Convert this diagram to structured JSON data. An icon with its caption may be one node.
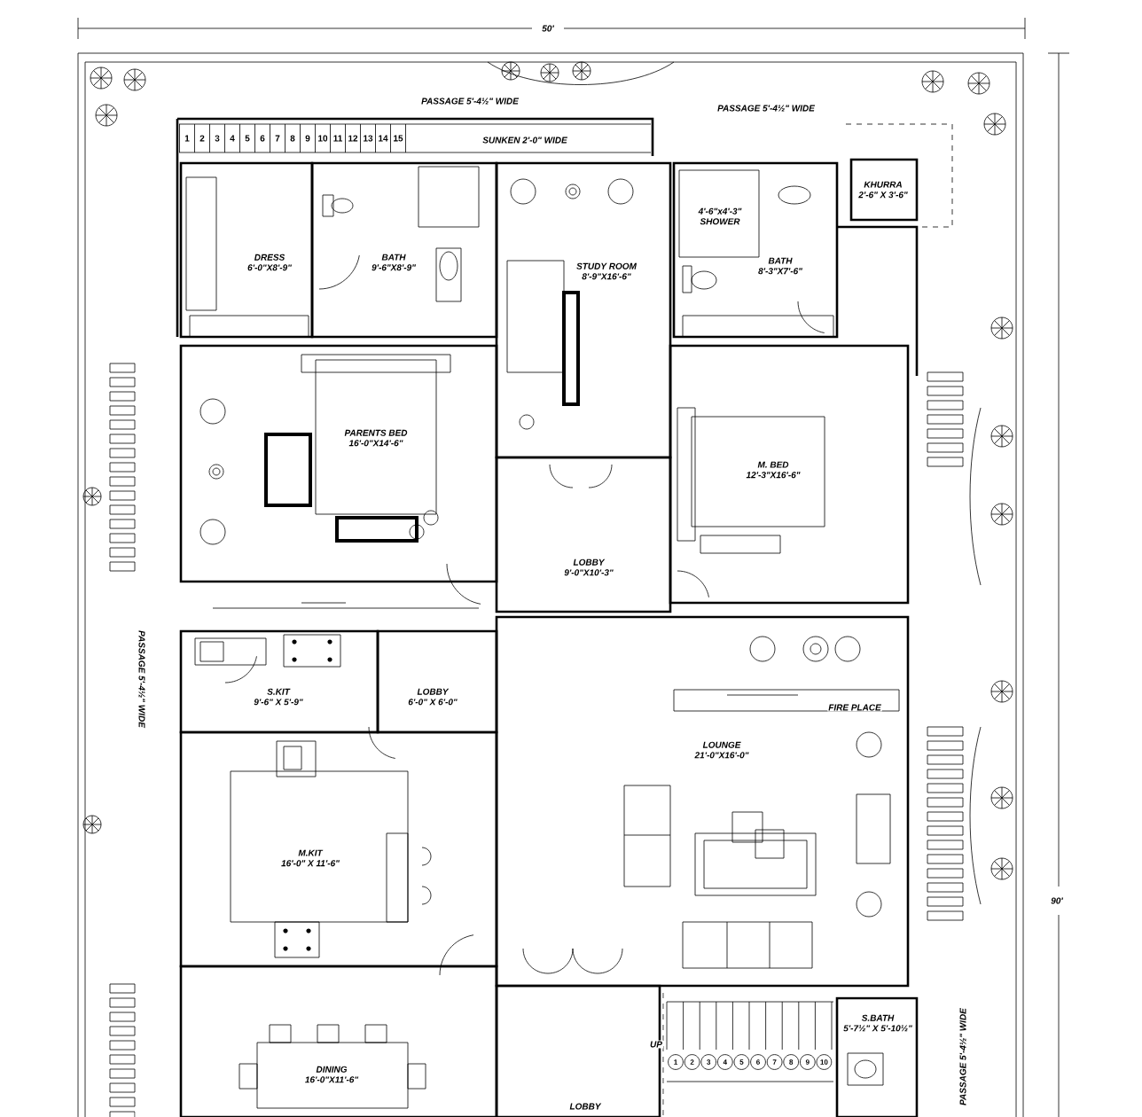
{
  "diagram": {
    "nodes": [
      {
        "text": [
          "DRESS",
          "6'-0\"X8'-9\""
        ]
      },
      {
        "text": [
          "BATH",
          "9'-6\"X8'-9\""
        ]
      },
      {
        "text": [
          "STUDY ROOM",
          "8'-9\"X16'-6\""
        ]
      },
      {
        "text": [
          "BATH",
          "8'-3\"X7'-6\""
        ]
      },
      {
        "text": [
          "4'-6\"x4'-3\"",
          "SHOWER"
        ],
        "in": 3
      },
      {
        "text": [
          "KHURRA",
          "2'-6\" X 3'-6\""
        ]
      },
      {
        "text": [
          "PARENTS BED",
          "16'-0\"X14'-6\""
        ]
      },
      {
        "text": [
          "LOBBY",
          "9'-0\"X10'-3\""
        ]
      },
      {
        "text": [
          "M. BED",
          "12'-3\"X16'-6\""
        ]
      },
      {
        "text": [
          "S.KIT",
          "9'-6\" X 5'-9\""
        ]
      },
      {
        "text": [
          "LOBBY",
          "6'-0\" X 6'-0\""
        ]
      },
      {
        "text": [
          "M.KIT",
          "16'-0\" X 11'-6\""
        ]
      },
      {
        "text": [
          "LOUNGE",
          "21'-0\"X16'-0\""
        ]
      },
      {
        "text": [
          "DINING",
          "16'-0\"X11'-6\""
        ]
      },
      {
        "text": [
          "LOBBY"
        ]
      },
      {
        "text": [
          "S.BATH",
          "5'-7½\" X 5'-10½\""
        ]
      }
    ],
    "labels": [
      "50'",
      "PASSAGE 5'-4½\" WIDE",
      "PASSAGE 5'-4½\" WIDE",
      "1",
      "2",
      "3",
      "4",
      "5",
      "6",
      "7",
      "8",
      "9",
      "10",
      "11",
      "12",
      "13",
      "14",
      "15",
      "SUNKEN 2'-0\" WIDE",
      "PASSAGE 5'-4½\" WIDE",
      "FIRE PLACE",
      "90'",
      "UP",
      "1",
      "2",
      "3",
      "4",
      "5",
      "6",
      "7",
      "8",
      "9",
      "10",
      "PASSAGE 5'-4½\" WIDE"
    ]
  }
}
